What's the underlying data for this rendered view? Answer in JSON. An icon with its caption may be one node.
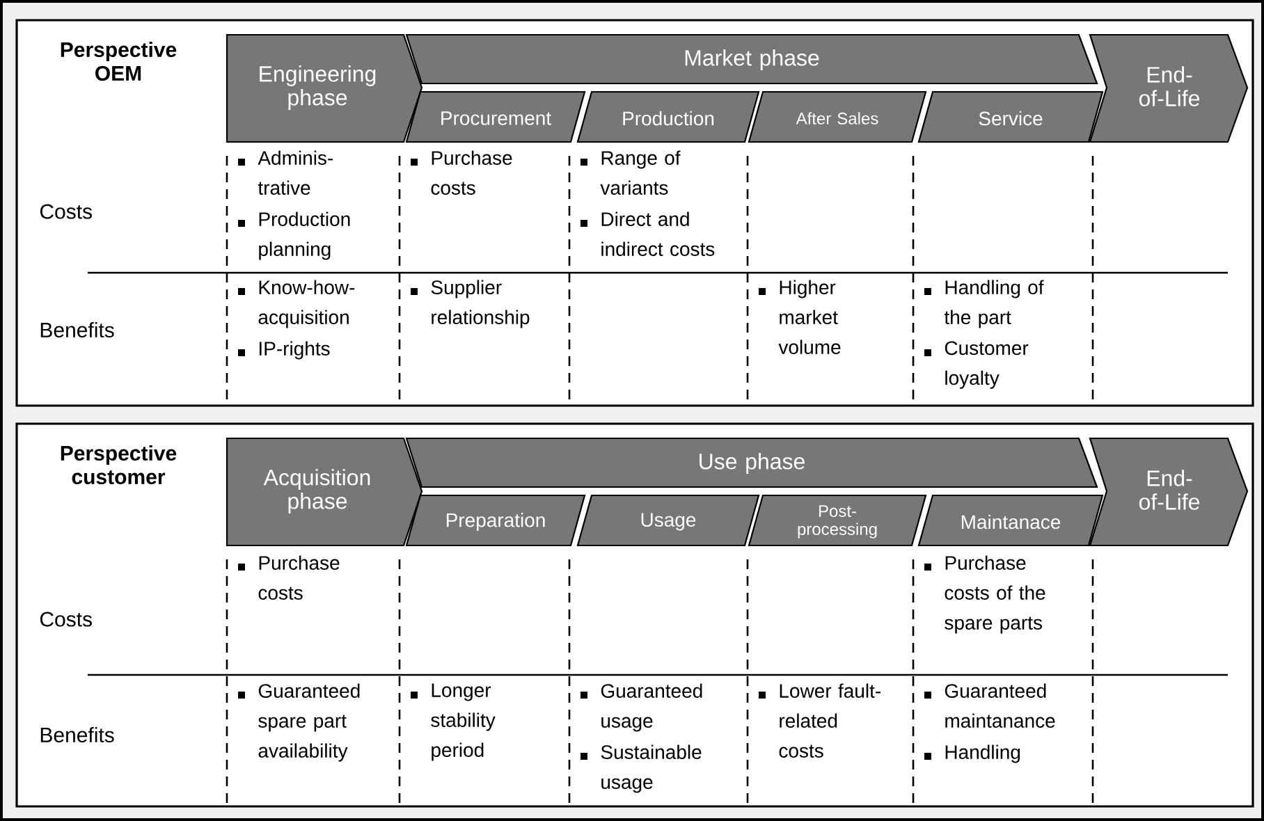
{
  "diagram": {
    "nodes": [
      {
        "text": [
          "Perspective OEM"
        ]
      },
      {
        "text": [
          "Engineering phase"
        ],
        "in": 0
      },
      {
        "text": [
          "Market phase"
        ],
        "in": 0
      },
      {
        "text": [
          "Procurement"
        ],
        "in": 0
      },
      {
        "text": [
          "Production"
        ],
        "in": 0
      },
      {
        "text": [
          "After Sales"
        ],
        "in": 0
      },
      {
        "text": [
          "Service"
        ],
        "in": 0
      },
      {
        "text": [
          "End-of-Life"
        ],
        "in": 0
      },
      {
        "text": [
          "Perspective customer"
        ]
      },
      {
        "text": [
          "Acquisition phase"
        ],
        "in": 8
      },
      {
        "text": [
          "Use phase"
        ],
        "in": 8
      },
      {
        "text": [
          "Preparation"
        ],
        "in": 8
      },
      {
        "text": [
          "Usage"
        ],
        "in": 8
      },
      {
        "text": [
          "Post-processing"
        ],
        "in": 8
      },
      {
        "text": [
          "Maintanace"
        ],
        "in": 8
      },
      {
        "text": [
          "End-of-Life"
        ],
        "in": 8
      }
    ],
    "edges": [],
    "labels": [
      "Costs",
      "Adminis-trative",
      "Production planning",
      "Purchase costs",
      "Range of variants",
      "Direct and indirect costs",
      "Benefits",
      "Know-how-acquisition",
      "IP-rights",
      "Supplier relationship",
      "Higher market volume",
      "Handling of the part",
      "Customer loyalty",
      "Costs",
      "Purchase costs",
      "Purchase costs of the spare parts",
      "Benefits",
      "Guaranteed spare part availability",
      "Longer stability period",
      "Guaranteed usage",
      "Sustainable usage",
      "Lower fault-related costs",
      "Guaranteed maintanance",
      "Handling"
    ]
  }
}
